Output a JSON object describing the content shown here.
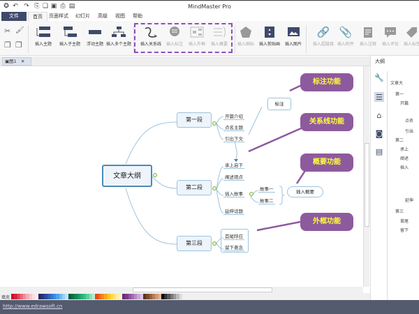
{
  "window": {
    "title": "MindMaster Pro"
  },
  "quick_access": [
    "logo-icon",
    "undo-icon",
    "redo-icon",
    "new-icon",
    "open-icon",
    "save-icon",
    "print-icon",
    "export-icon"
  ],
  "tabs": [
    {
      "label": "文件"
    },
    {
      "label": "首页"
    },
    {
      "label": "页面样式"
    },
    {
      "label": "幻灯片"
    },
    {
      "label": "高级"
    },
    {
      "label": "视图"
    },
    {
      "label": "帮助"
    }
  ],
  "ribbon": {
    "topic": [
      {
        "label": "插入主题"
      },
      {
        "label": "插入子主题"
      },
      {
        "label": "浮动主题"
      },
      {
        "label": "插入多个主题"
      }
    ],
    "highlighted": [
      {
        "label": "插入关系线"
      },
      {
        "label": "插入标注"
      },
      {
        "label": "插入外框"
      },
      {
        "label": "插入概要"
      }
    ],
    "media": [
      {
        "label": "插入图标"
      },
      {
        "label": "插入剪贴画"
      },
      {
        "label": "插入图片"
      }
    ],
    "extras": [
      {
        "label": "插入超链接"
      },
      {
        "label": "插入附件"
      },
      {
        "label": "插入注释"
      },
      {
        "label": "插入评论"
      },
      {
        "label": "插入标签"
      }
    ],
    "highlight_color": "#8b4fc0"
  },
  "doc_tab": {
    "label": "图1"
  },
  "mindmap": {
    "root": "文章大纲",
    "branches": [
      {
        "label": "第一段",
        "children": [
          "开篇介绍",
          "点名主题",
          "引出下文"
        ]
      },
      {
        "label": "第二段",
        "children": [
          "承上启下",
          "阐述观点",
          "插入故事",
          "延伸话题"
        ]
      },
      {
        "label": "第三段",
        "children": [
          "首尾呼应",
          "留下悬念"
        ]
      }
    ],
    "stories": [
      "故事一",
      "故事二"
    ],
    "summary": "插入概要",
    "callout": "标注",
    "annotations": [
      "标注功能",
      "关系线功能",
      "概要功能",
      "外框功能"
    ],
    "annotation_color": "#8e5a9e",
    "annotation_text_color": "#ffff3a"
  },
  "palette": {
    "label": "填充"
  },
  "status": {
    "url": "http://www.edrawsoft.cn"
  },
  "outline": {
    "title": "大纲",
    "items": [
      "文章大",
      "第一",
      "开篇",
      "点名",
      "引出",
      "第二",
      "承上",
      "阐述",
      "插入",
      "延伸",
      "第三",
      "首尾",
      "留下"
    ]
  }
}
